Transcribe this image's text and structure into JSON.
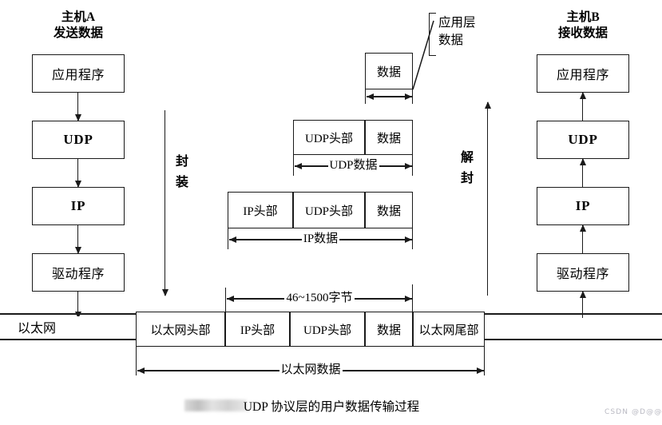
{
  "figure": {
    "caption": "UDP 协议层的用户数据传输过程",
    "watermark": "CSDN @D@@"
  },
  "host_a": {
    "title_line1": "主机A",
    "title_line2": "发送数据",
    "layers": [
      {
        "label": "应用程序"
      },
      {
        "label": "UDP"
      },
      {
        "label": "IP"
      },
      {
        "label": "驱动程序"
      }
    ]
  },
  "host_b": {
    "title_line1": "主机B",
    "title_line2": "接收数据",
    "layers": [
      {
        "label": "应用程序"
      },
      {
        "label": "UDP"
      },
      {
        "label": "IP"
      },
      {
        "label": "驱动程序"
      }
    ]
  },
  "flow": {
    "encapsulate": "封装",
    "decapsulate": "解封"
  },
  "callout": {
    "line1": "应用层",
    "line2": "数据"
  },
  "packets": {
    "app": {
      "cells": [
        {
          "label": "数据"
        }
      ]
    },
    "udp": {
      "cells": [
        {
          "label": "UDP头部"
        },
        {
          "label": "数据"
        }
      ],
      "span_label": "UDP数据"
    },
    "ip": {
      "cells": [
        {
          "label": "IP头部"
        },
        {
          "label": "UDP头部"
        },
        {
          "label": "数据"
        }
      ],
      "span_label": "IP数据"
    },
    "ethernet": {
      "network_label": "以太网",
      "cells": [
        {
          "label": "以太网头部"
        },
        {
          "label": "IP头部"
        },
        {
          "label": "UDP头部"
        },
        {
          "label": "数据"
        },
        {
          "label": "以太网尾部"
        }
      ],
      "payload_span_label": "46~1500字节",
      "frame_span_label": "以太网数据"
    }
  },
  "colors": {
    "ink": "#1a1a1a",
    "background": "#ffffff"
  }
}
